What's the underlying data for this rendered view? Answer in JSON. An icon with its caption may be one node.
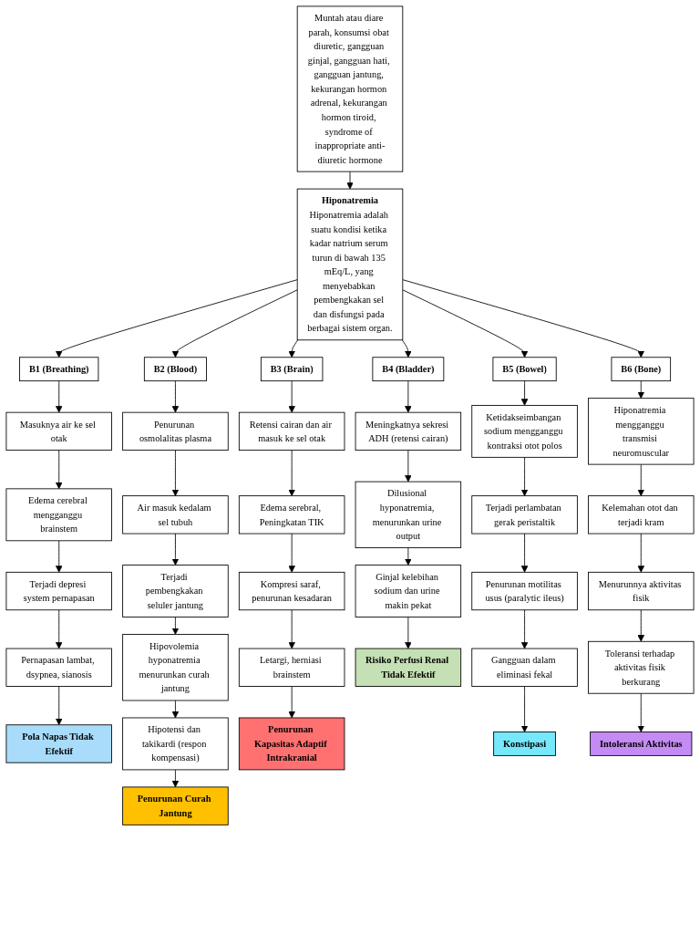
{
  "diagram": {
    "nodes": [
      {
        "text": [
          "Muntah atau diare parah, konsumsi obat diuretic, gangguan ginjal, gangguan hati, gangguan jantung, kekurangan hormon adrenal, kekurangan hormon tiroid, syndrome of inappropriate anti-diuretic hormone"
        ]
      },
      {
        "text": [
          "Hiponatremia",
          "Hiponatremia adalah suatu kondisi ketika kadar natrium serum turun di bawah 135 mEq/L, yang menyebabkan pembengkakan sel dan disfungsi pada berbagai sistem organ."
        ]
      },
      {
        "text": [
          "B1 (Breathing)"
        ]
      },
      {
        "text": [
          "B2 (Blood)"
        ]
      },
      {
        "text": [
          "B3 (Brain)"
        ]
      },
      {
        "text": [
          "B4 (Bladder)"
        ]
      },
      {
        "text": [
          "B5 (Bowel)"
        ]
      },
      {
        "text": [
          "B6 (Bone)"
        ]
      },
      {
        "text": [
          "Masuknya air ke sel otak"
        ]
      },
      {
        "text": [
          "Edema cerebral mengganggu brainstem"
        ]
      },
      {
        "text": [
          "Terjadi depresi system pernapasan"
        ]
      },
      {
        "text": [
          "Pernapasan lambat, dsypnea, sianosis"
        ]
      },
      {
        "text": [
          "Pola Napas Tidak Efektif"
        ]
      },
      {
        "text": [
          "Penurunan osmolalitas plasma"
        ]
      },
      {
        "text": [
          "Air masuk kedalam sel tubuh"
        ]
      },
      {
        "text": [
          "Terjadi pembengkakan seluler jantung"
        ]
      },
      {
        "text": [
          "Hipovolemia hyponatremia menurunkan curah jantung"
        ]
      },
      {
        "text": [
          "Hipotensi dan takikardi (respon kompensasi)"
        ]
      },
      {
        "text": [
          "Penurunan Curah Jantung"
        ]
      },
      {
        "text": [
          "Retensi cairan dan air masuk ke sel otak"
        ]
      },
      {
        "text": [
          "Edema serebral, Peningkatan TIK"
        ]
      },
      {
        "text": [
          "Kompresi saraf, penurunan kesadaran"
        ]
      },
      {
        "text": [
          "Letargi, herniasi brainstem"
        ]
      },
      {
        "text": [
          "Penurunan Kapasitas Adaptif Intrakranial"
        ]
      },
      {
        "text": [
          "Meningkatnya sekresi ADH (retensi cairan)"
        ]
      },
      {
        "text": [
          "Dilusional hyponatremia, menurunkan urine output"
        ]
      },
      {
        "text": [
          "Ginjal kelebihan sodium dan urine makin pekat"
        ]
      },
      {
        "text": [
          "Risiko Perfusi Renal Tidak Efektif"
        ]
      },
      {
        "text": [
          "Ketidakseimbangan sodium mengganggu kontraksi otot polos"
        ]
      },
      {
        "text": [
          "Terjadi perlambatan gerak peristaltik"
        ]
      },
      {
        "text": [
          "Penurunan motilitas usus (paralytic ileus)"
        ]
      },
      {
        "text": [
          "Gangguan dalam eliminasi fekal"
        ]
      },
      {
        "text": [
          "Konstipasi"
        ]
      },
      {
        "text": [
          "Hiponatremia mengganggu transmisi neuromuscular"
        ]
      },
      {
        "text": [
          "Kelemahan otot dan terjadi kram"
        ]
      },
      {
        "text": [
          "Menurunnya aktivitas fisik"
        ]
      },
      {
        "text": [
          "Toleransi terhadap aktivitas fisik berkurang"
        ]
      },
      {
        "text": [
          "Intoleransi Aktivitas"
        ]
      }
    ],
    "edges": [
      {
        "from": 0,
        "to": 1,
        "arrow": "to"
      },
      {
        "from": 1,
        "to": 2,
        "arrow": "to"
      },
      {
        "from": 1,
        "to": 3,
        "arrow": "to"
      },
      {
        "from": 1,
        "to": 4,
        "arrow": "to"
      },
      {
        "from": 1,
        "to": 5,
        "arrow": "to"
      },
      {
        "from": 1,
        "to": 6,
        "arrow": "to"
      },
      {
        "from": 1,
        "to": 7,
        "arrow": "to"
      },
      {
        "from": 2,
        "to": 8,
        "arrow": "to"
      },
      {
        "from": 8,
        "to": 9,
        "arrow": "to"
      },
      {
        "from": 9,
        "to": 10,
        "arrow": "to"
      },
      {
        "from": 10,
        "to": 11,
        "arrow": "to"
      },
      {
        "from": 11,
        "to": 12,
        "arrow": "to"
      },
      {
        "from": 3,
        "to": 13,
        "arrow": "to"
      },
      {
        "from": 13,
        "to": 14,
        "arrow": "to"
      },
      {
        "from": 14,
        "to": 15,
        "arrow": "to"
      },
      {
        "from": 15,
        "to": 16,
        "arrow": "to"
      },
      {
        "from": 16,
        "to": 17,
        "arrow": "to"
      },
      {
        "from": 17,
        "to": 18,
        "arrow": "to"
      },
      {
        "from": 4,
        "to": 19,
        "arrow": "to"
      },
      {
        "from": 19,
        "to": 20,
        "arrow": "to"
      },
      {
        "from": 20,
        "to": 21,
        "arrow": "to"
      },
      {
        "from": 21,
        "to": 22,
        "arrow": "to"
      },
      {
        "from": 22,
        "to": 23,
        "arrow": "to"
      },
      {
        "from": 5,
        "to": 24,
        "arrow": "to"
      },
      {
        "from": 24,
        "to": 25,
        "arrow": "to"
      },
      {
        "from": 25,
        "to": 26,
        "arrow": "to"
      },
      {
        "from": 26,
        "to": 27,
        "arrow": "to"
      },
      {
        "from": 6,
        "to": 28,
        "arrow": "to"
      },
      {
        "from": 28,
        "to": 29,
        "arrow": "to"
      },
      {
        "from": 29,
        "to": 30,
        "arrow": "to"
      },
      {
        "from": 30,
        "to": 31,
        "arrow": "to"
      },
      {
        "from": 31,
        "to": 32,
        "arrow": "to"
      },
      {
        "from": 7,
        "to": 33,
        "arrow": "to"
      },
      {
        "from": 33,
        "to": 34,
        "arrow": "to"
      },
      {
        "from": 34,
        "to": 35,
        "arrow": "to"
      },
      {
        "from": 35,
        "to": 36,
        "arrow": "to"
      },
      {
        "from": 36,
        "to": 37,
        "arrow": "to"
      }
    ]
  }
}
